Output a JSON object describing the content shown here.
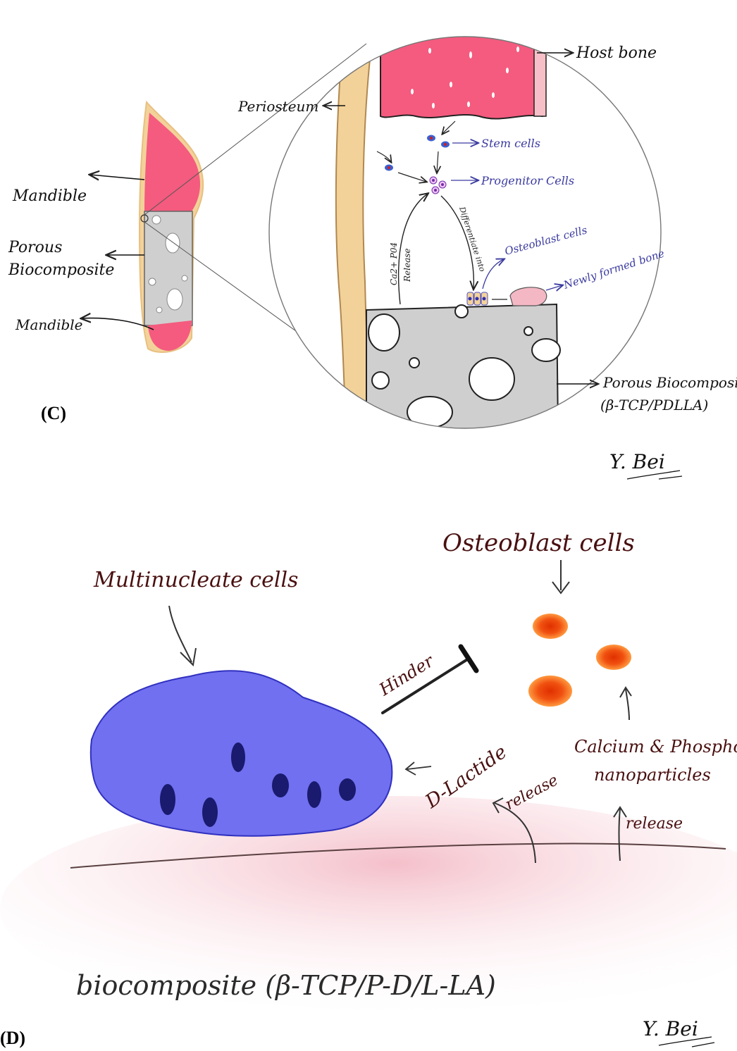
{
  "panel_c": {
    "label": "(C)",
    "labels": {
      "mandible_top": "Mandible",
      "porous_left_1": "Porous",
      "porous_left_2": "Biocomposite",
      "mandible_bottom": "Mandible",
      "periosteum": "Periosteum",
      "host_bone": "Host bone",
      "stem_cells": "Stem cells",
      "progenitor_cells": "Progenitor Cells",
      "ca_release_1": "Ca2+ P04",
      "ca_release_2": "Release",
      "differentiate": "Differentiate into",
      "osteoblast_cells": "Osteoblast cells",
      "newly_formed_bone": "Newly formed bone",
      "porous_right_1": "Porous Biocomposite",
      "porous_right_2": "(β-TCP/PDLLA)"
    },
    "signature": "Y. Bei"
  },
  "panel_d": {
    "label": "(D)",
    "labels": {
      "osteoblast_cells": "Osteoblast cells",
      "multinucleate_cells": "Multinucleate cells",
      "hinder": "Hinder",
      "d_lactide": "D-Lactide",
      "release_left": "release",
      "calcium_1": "Calcium & Phosphorus",
      "calcium_2": "nanoparticles",
      "release_right": "release",
      "biocomposite": "biocomposite (β-TCP/P-D/L-LA)"
    },
    "signature": "Y. Bei"
  },
  "colors": {
    "bone_pink": "#f45b7e",
    "periosteum_tan": "#f3d29a",
    "composite_grey": "#cfcfcf",
    "multinucleate_blue": "#7070f0",
    "nucleus_navy": "#1a1a6e",
    "osteoblast_orange": "#f06010",
    "label_brown": "#4a1010",
    "label_purple": "#3a3aa0",
    "base_pink": "#f7d6dc"
  }
}
